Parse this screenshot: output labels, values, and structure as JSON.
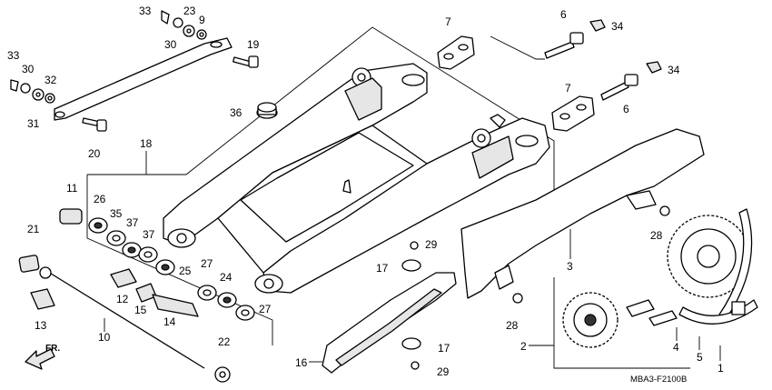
{
  "diagram_code": "MBA3-F2100B",
  "direction_label": "FR.",
  "callouts": [
    "1",
    "2",
    "3",
    "4",
    "5",
    "6",
    "6",
    "7",
    "7",
    "9",
    "10",
    "11",
    "12",
    "13",
    "14",
    "15",
    "16",
    "17",
    "17",
    "18",
    "19",
    "20",
    "21",
    "22",
    "23",
    "24",
    "25",
    "26",
    "27",
    "27",
    "28",
    "28",
    "29",
    "29",
    "30",
    "30",
    "31",
    "32",
    "33",
    "33",
    "34",
    "34",
    "35",
    "36",
    "37",
    "37"
  ],
  "colors": {
    "line": "#000000",
    "background": "#ffffff",
    "shade": "#e6e6e6"
  }
}
